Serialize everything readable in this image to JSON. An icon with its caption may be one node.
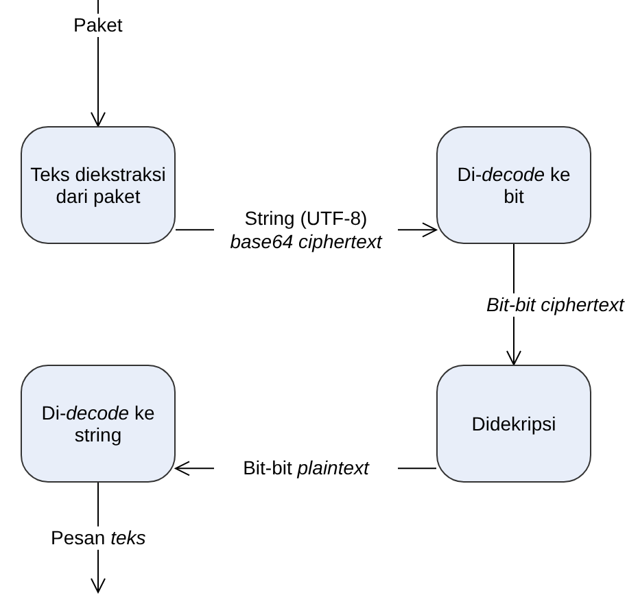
{
  "diagram": {
    "nodes": [
      {
        "text": [
          "Teks diekstraksi dari paket"
        ]
      },
      {
        "text": [
          "Di-*decode* ke bit"
        ]
      },
      {
        "text": [
          "Didekripsi"
        ]
      },
      {
        "text": [
          "Di-*decode* ke string"
        ]
      }
    ],
    "edges": [
      {
        "from": null,
        "to": 0,
        "arrow": "to",
        "label": "Paket"
      },
      {
        "from": 0,
        "to": 1,
        "arrow": "to",
        "label": "String (UTF-8) *base64 ciphertext*"
      },
      {
        "from": 1,
        "to": 2,
        "arrow": "to",
        "label": "*Bit-bit ciphertext*"
      },
      {
        "from": 2,
        "to": 3,
        "arrow": "to",
        "label": "Bit-bit *plaintext*"
      },
      {
        "from": 3,
        "to": null,
        "arrow": "to",
        "label": "Pesan *teks*"
      }
    ]
  }
}
